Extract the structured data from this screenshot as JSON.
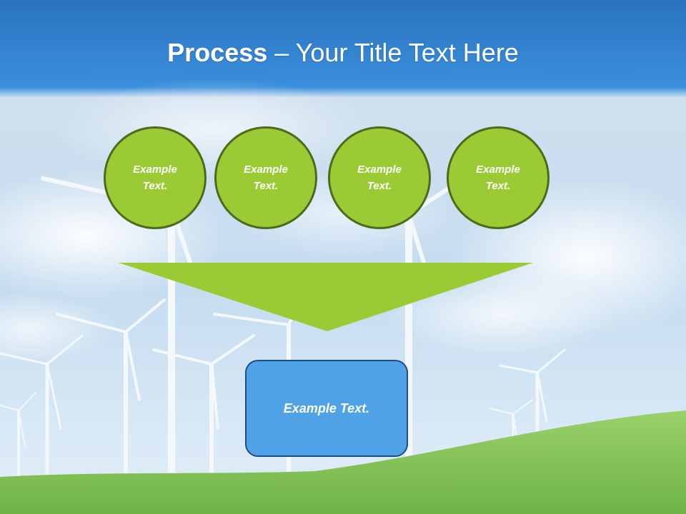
{
  "title": {
    "bold": "Process",
    "rest": " – Your Title Text Here"
  },
  "steps": [
    {
      "label": "Example Text."
    },
    {
      "label": "Example Text."
    },
    {
      "label": "Example Text."
    },
    {
      "label": "Example Text."
    }
  ],
  "result": {
    "label": "Example Text."
  },
  "colors": {
    "title_bar": "#2f86d6",
    "circle_fill": "#9acb34",
    "circle_border": "#4e6b1a",
    "funnel_fill": "#9acb34",
    "result_fill": "#4fa2e6",
    "result_border": "#1f4f86",
    "grass": "#7cc04a"
  }
}
